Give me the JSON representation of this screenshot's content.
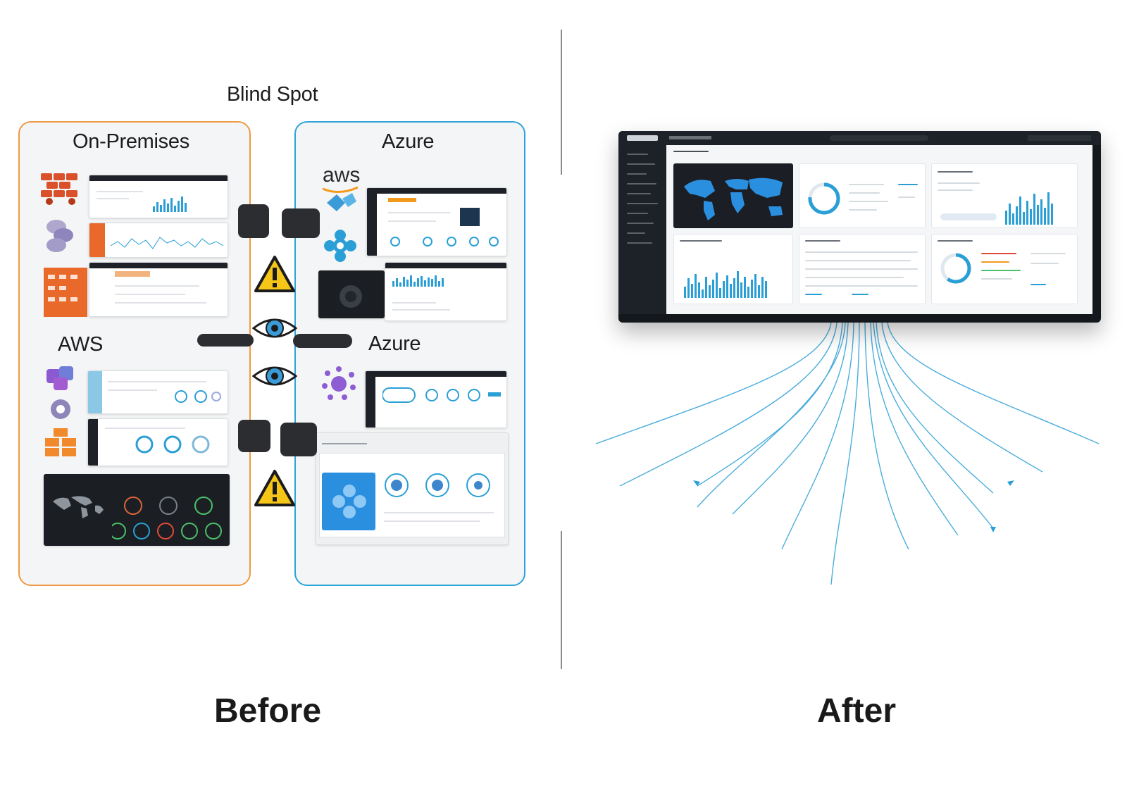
{
  "title": "Blind Spot",
  "before": {
    "caption": "Before",
    "onprem_label": "On-Premises",
    "aws_label": "AWS",
    "azure_label_top": "Azure",
    "azure_label_mid": "Azure",
    "aws_logo_text": "aws"
  },
  "after": {
    "caption": "After"
  },
  "colors": {
    "onprem_border": "#ef9a44",
    "azure_border": "#2ea4d8",
    "accent_blue": "#2a9fd6",
    "warning_yellow": "#f5c518",
    "monitor_frame": "#14171c"
  },
  "icons": [
    "firewall-icon",
    "database-icon",
    "aws-logo-icon",
    "azure-gear-icon",
    "eye-icon",
    "warning-icon",
    "world-map-icon",
    "donut-chart-icon"
  ]
}
